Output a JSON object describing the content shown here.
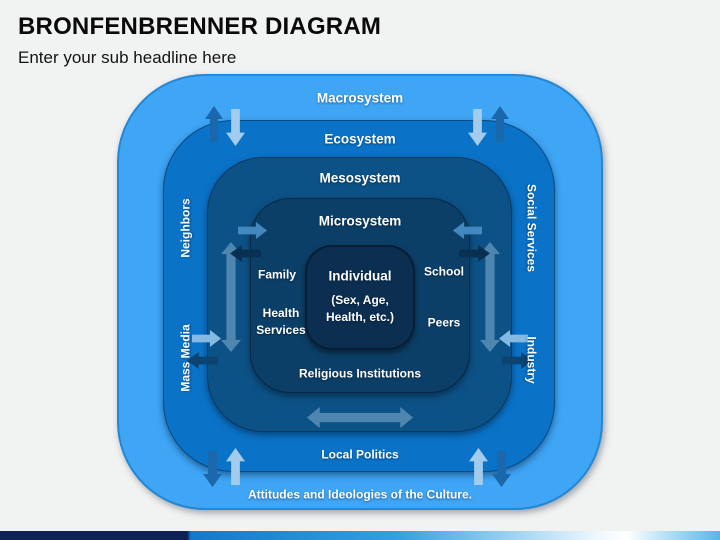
{
  "slide": {
    "title": "BRONFENBRENNER DIAGRAM",
    "subtitle": "Enter your sub headline here",
    "background_color": "#f1f2f2",
    "accent_bar_colors": [
      "#0e2157",
      "#1479c9",
      "#31a0e2",
      "#ffffff",
      "#54b7e9"
    ]
  },
  "diagram": {
    "layers": [
      {
        "id": "macrosystem",
        "label": "Macrosystem",
        "color": "#3fa5f5"
      },
      {
        "id": "ecosystem",
        "label": "Ecosystem",
        "color": "#0a73c8"
      },
      {
        "id": "mesosystem",
        "label": "Mesosystem",
        "color": "#0d5286"
      },
      {
        "id": "microsystem",
        "label": "Microsystem",
        "color": "#0c3f67"
      },
      {
        "id": "individual",
        "label": "Individual",
        "sublabel": "(Sex, Age, Health, etc.)",
        "color": "#0c2f51"
      }
    ],
    "labels": {
      "family": "Family",
      "school": "School",
      "health_services": "Health Services",
      "peers": "Peers",
      "religious_institutions": "Religious Institutions",
      "local_politics": "Local Politics",
      "attitudes": "Attitudes and Ideologies of the Culture.",
      "neighbors": "Neighbors",
      "mass_media": "Mass Media",
      "social_services": "Social Services",
      "industry": "Industry"
    }
  }
}
